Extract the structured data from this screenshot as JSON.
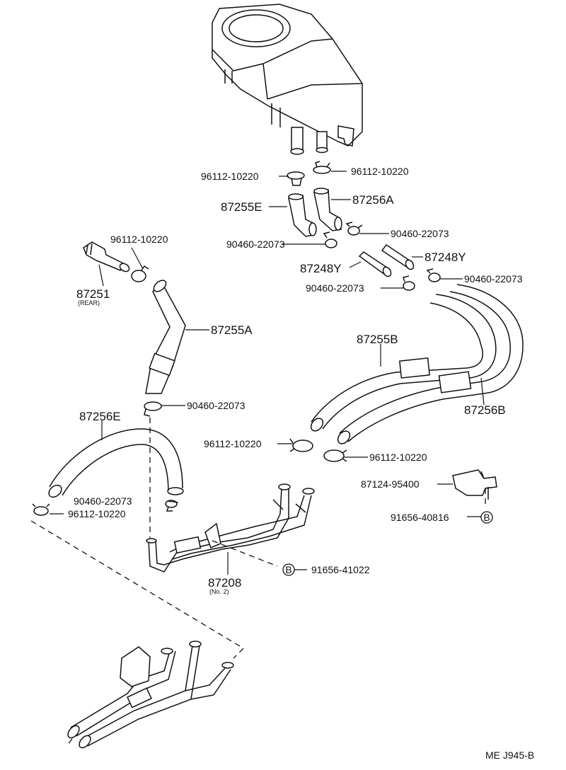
{
  "labels": {
    "c1": "96112-10220",
    "c2": "96112-10220",
    "p87255E": "87255E",
    "p87256A": "87256A",
    "c3": "90460-22073",
    "c4": "90460-22073",
    "c5": "96112-10220",
    "y1": "87248Y",
    "y2": "87248Y",
    "c6": "90460-22073",
    "c7": "90460-22073",
    "p87251": "87251",
    "rear": "(REAR)",
    "p87255A": "87255A",
    "p87255B": "87255B",
    "c8": "90460-22073",
    "p87256E": "87256E",
    "p87256B": "87256B",
    "c9": "96112-10220",
    "c10": "96112-10220",
    "p87124": "87124-95400",
    "c11": "90460-22073",
    "c12": "96112-10220",
    "bolt1": "91656-40816",
    "bolt2": "91656-41022",
    "p87208": "87208",
    "no2": "(No. 2)",
    "markB1": "B",
    "markB2": "B",
    "ref": "ME J945-B"
  }
}
